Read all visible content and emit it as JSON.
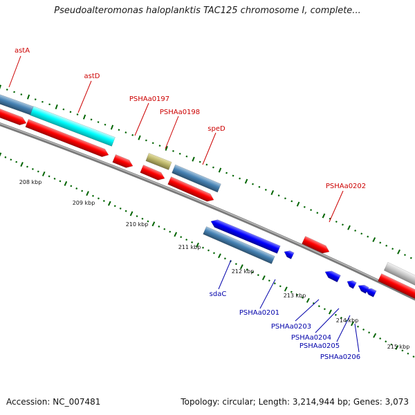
{
  "title": "Pseudoalteromonas haloplanktis TAC125 chromosome I, complete...",
  "footer": {
    "accession": "Accession: NC_007481",
    "summary": "Topology: circular; Length: 3,214,944 bp; Genes: 3,073"
  },
  "colors": {
    "forward_cds": "#ff0000",
    "reverse_cds": "#0000ff",
    "steelblue_gene": "#4682b4",
    "cyan_gene": "#00ffff",
    "khaki_gene": "#bdb76b",
    "gray_gene": "#c0c0c0",
    "backbone": "#808080",
    "tick": "#006400",
    "forward_label": "#cc0000",
    "reverse_label": "#0000aa"
  },
  "scale_labels": [
    "208 kbp",
    "209 kbp",
    "210 kbp",
    "211 kbp",
    "212 kbp",
    "213 kbp",
    "214 kbp",
    "215 kbp"
  ],
  "gene_labels": {
    "forward": [
      "astA",
      "astD",
      "PSHAa0197",
      "PSHAa0198",
      "speD",
      "PSHAa0202"
    ],
    "reverse": [
      "sdaC",
      "PSHAa0201",
      "PSHAa0203",
      "PSHAa0204",
      "PSHAa0205",
      "PSHAa0206"
    ]
  }
}
